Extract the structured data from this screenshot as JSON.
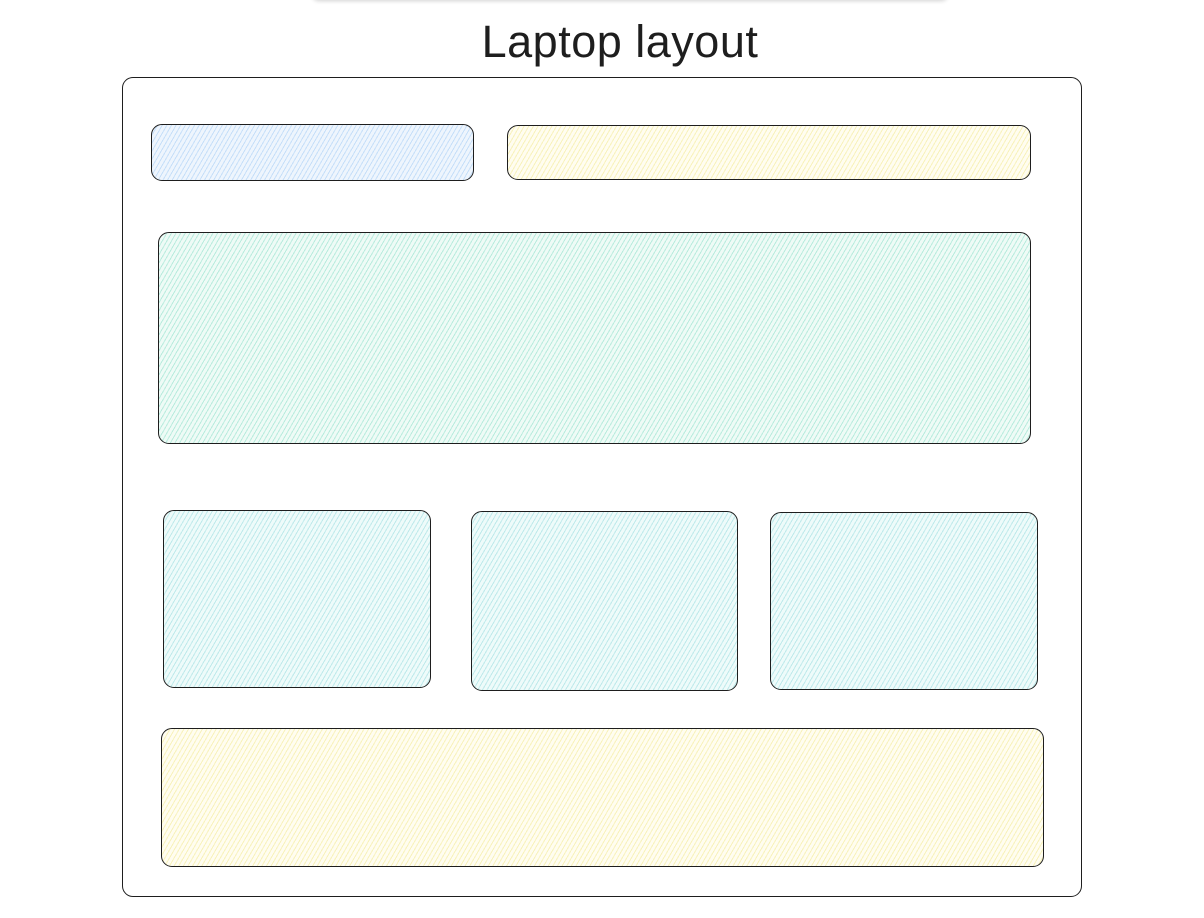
{
  "title": "Laptop layout",
  "colors": {
    "stroke": "#1e1e1e",
    "header_left_fill": "#a5d8ff",
    "header_right_fill": "#fff3bf",
    "hero_fill": "#b2f2bb",
    "card_fill": "#99e9f2",
    "footer_fill": "#fff3bf"
  },
  "blocks": [
    {
      "id": "header-left",
      "fill": "blue-hatch"
    },
    {
      "id": "header-right",
      "fill": "yellow-hatch"
    },
    {
      "id": "hero",
      "fill": "green-hatch"
    },
    {
      "id": "card-1",
      "fill": "cyan-hatch"
    },
    {
      "id": "card-2",
      "fill": "cyan-hatch"
    },
    {
      "id": "card-3",
      "fill": "cyan-hatch"
    },
    {
      "id": "footer",
      "fill": "yellow-hatch"
    }
  ]
}
